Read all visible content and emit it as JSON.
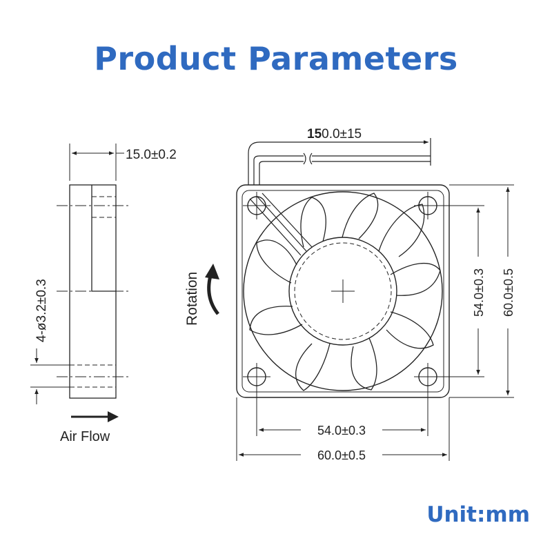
{
  "header": {
    "title": "Product Parameters"
  },
  "footer": {
    "unit": "Unit:mm"
  },
  "side_view": {
    "thickness": "15.0±0.2",
    "hole_diameter": "4-ø3.2±0.3",
    "air_flow": "Air Flow"
  },
  "front_view": {
    "cable_length_bold": "15",
    "cable_length_rest": "0.0±15",
    "rotation": "Rotation",
    "hole_spacing_horizontal": "54.0±0.3",
    "width": "60.0±0.5",
    "hole_spacing_vertical": "54.0±0.3",
    "height": "60.0±0.5"
  },
  "colors": {
    "title": "#2f6ac0",
    "line": "#222222"
  }
}
